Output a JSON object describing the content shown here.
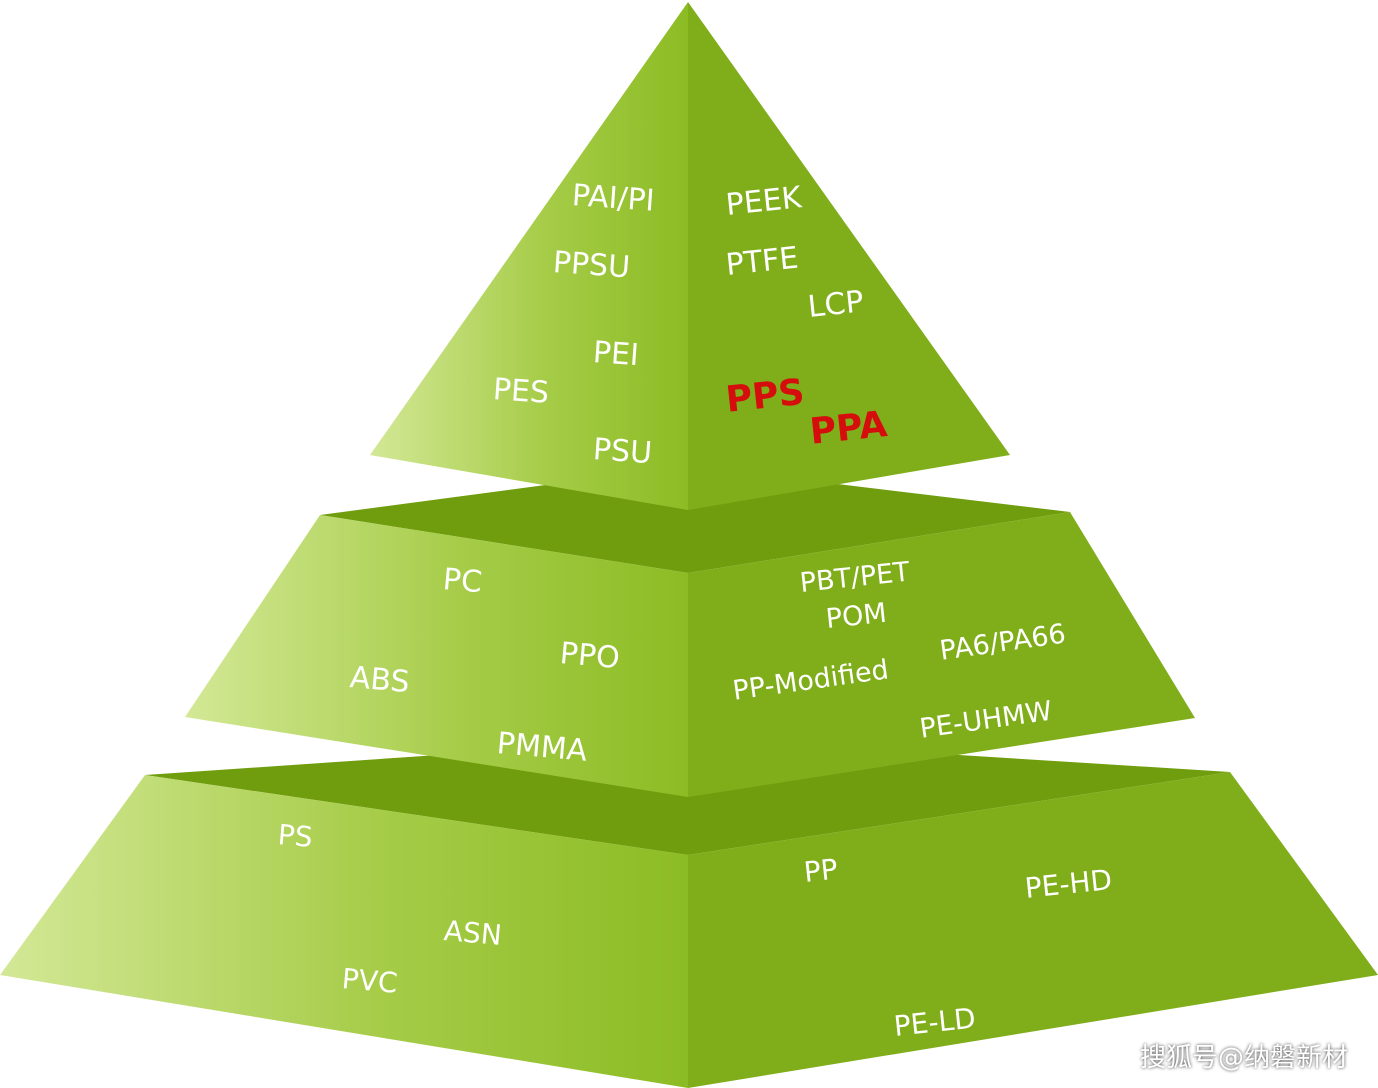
{
  "colors": {
    "left_light": "#cfe58e",
    "left_dark": "#8fbf2a",
    "right": "#7fae1a",
    "top_face": "#6e9c0c",
    "highlight": "#d50d0d"
  },
  "tiers": {
    "top": {
      "left": [
        "PAI/PI",
        "PPSU",
        "PEI",
        "PES",
        "PSU"
      ],
      "right": [
        "PEEK",
        "PTFE",
        "LCP"
      ],
      "highlighted": [
        "PPS",
        "PPA"
      ]
    },
    "middle": {
      "left": [
        "PC",
        "PPO",
        "ABS",
        "PMMA"
      ],
      "right": [
        "PBT/PET",
        "POM",
        "PA6/PA66",
        "PP-Modified",
        "PE-UHMW"
      ]
    },
    "bottom": {
      "left": [
        "PS",
        "ASN",
        "PVC"
      ],
      "right": [
        "PP",
        "PE-HD",
        "PE-LD"
      ]
    }
  },
  "watermark": "搜狐号@纳磐新材"
}
